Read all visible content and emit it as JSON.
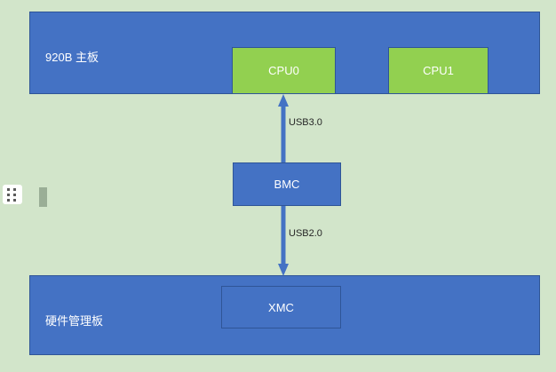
{
  "diagram": {
    "type": "block-diagram",
    "background_color": "#d2e5ca",
    "panels": [
      {
        "id": "motherboard",
        "label": "920B 主板",
        "fill": "#4472c4",
        "border": "#2f5597"
      },
      {
        "id": "hwboard",
        "label": "硬件管理板",
        "fill": "#4472c4",
        "border": "#2f5597"
      }
    ],
    "nodes": [
      {
        "id": "cpu0",
        "label": "CPU0",
        "fill": "#92d050",
        "border": "#2f5597"
      },
      {
        "id": "cpu1",
        "label": "CPU1",
        "fill": "#92d050",
        "border": "#2f5597"
      },
      {
        "id": "bmc",
        "label": "BMC",
        "fill": "#4472c4",
        "border": "#2f5597"
      },
      {
        "id": "xmc",
        "label": "XMC",
        "fill": "#4472c4",
        "border": "#2f5597"
      }
    ],
    "connectors": [
      {
        "id": "usb3",
        "label": "USB3.0",
        "from": "bmc",
        "to": "cpu0",
        "direction": "up",
        "color": "#4472c4"
      },
      {
        "id": "usb2",
        "label": "USB2.0",
        "from": "bmc",
        "to": "xmc",
        "direction": "down",
        "color": "#4472c4"
      }
    ],
    "decorations": [
      {
        "id": "grip-handle",
        "icon": "grip-dots-icon",
        "color": "#5a5a5a"
      },
      {
        "id": "side-bar",
        "icon": "vertical-bar-icon",
        "color": "#9aae96"
      }
    ]
  }
}
